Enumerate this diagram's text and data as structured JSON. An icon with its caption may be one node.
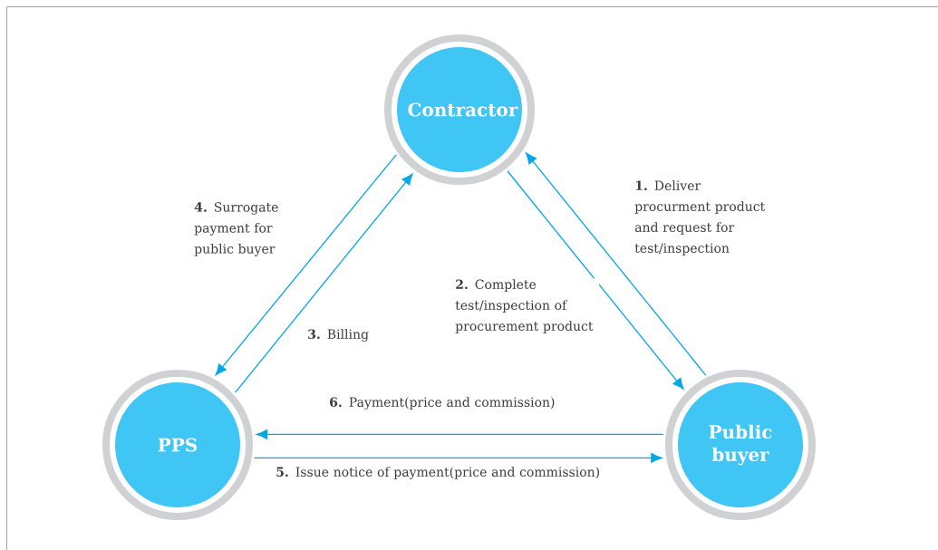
{
  "diagram": {
    "nodes": [
      {
        "text": [
          "Contractor"
        ]
      },
      {
        "text": [
          "PPS"
        ]
      },
      {
        "text": [
          "Public buyer"
        ]
      }
    ],
    "edges": [
      {
        "from": 2,
        "to": 0,
        "arrow": "to",
        "label": "**1.** Deliver procurment product and request for test/inspection"
      },
      {
        "from": 0,
        "to": 2,
        "arrow": "to",
        "label": "**2.** Complete test/inspection of procurement product"
      },
      {
        "from": 1,
        "to": 0,
        "arrow": "to",
        "label": "**3.** Billing"
      },
      {
        "from": 0,
        "to": 1,
        "arrow": "to",
        "label": "**4.** Surrogate payment for public buyer"
      },
      {
        "from": 1,
        "to": 2,
        "arrow": "to",
        "label": "**5.** Issue notice of payment(price and commission)"
      },
      {
        "from": 2,
        "to": 1,
        "arrow": "to",
        "label": "**6.** Payment(price and commission)"
      }
    ]
  }
}
